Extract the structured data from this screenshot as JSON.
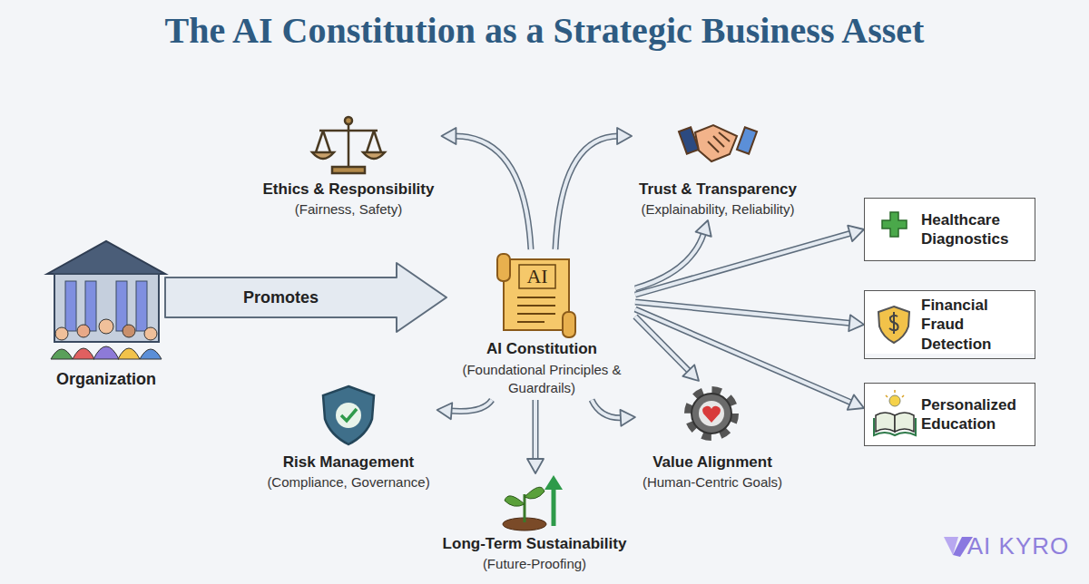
{
  "diagram": {
    "title": "The AI Constitution as a Strategic Business Asset",
    "nodes": [
      {
        "text": [
          "Organization"
        ]
      },
      {
        "text": [
          "AI Constitution",
          "(Foundational Principles & Guardrails)"
        ]
      },
      {
        "text": [
          "Ethics & Responsibility",
          "(Fairness, Safety)"
        ]
      },
      {
        "text": [
          "Trust & Transparency",
          "(Explainability, Reliability)"
        ]
      },
      {
        "text": [
          "Healthcare Diagnostics"
        ]
      },
      {
        "text": [
          "Financial Fraud Detection"
        ]
      },
      {
        "text": [
          "Personalized Education"
        ]
      },
      {
        "text": [
          "Risk Management",
          "(Compliance, Governance)"
        ]
      },
      {
        "text": [
          "Long-Term Sustainability",
          "(Future-Proofing)"
        ]
      },
      {
        "text": [
          "Value Alignment",
          "(Human-Centric Goals)"
        ]
      }
    ],
    "edges": [
      {
        "from": 0,
        "to": 1,
        "label": "Promotes",
        "arrow": "to"
      },
      {
        "from": 1,
        "to": 2,
        "arrow": "to"
      },
      {
        "from": 1,
        "to": 3,
        "arrow": "to"
      },
      {
        "from": 1,
        "to": 3,
        "arrow": "to"
      },
      {
        "from": 1,
        "to": 4,
        "arrow": "to"
      },
      {
        "from": 1,
        "to": 5,
        "arrow": "to"
      },
      {
        "from": 1,
        "to": 6,
        "arrow": "to"
      },
      {
        "from": 1,
        "to": 9,
        "arrow": "to"
      },
      {
        "from": 1,
        "to": 9,
        "arrow": "to"
      },
      {
        "from": 1,
        "to": 7,
        "arrow": "to"
      },
      {
        "from": 1,
        "to": 8,
        "arrow": "to"
      }
    ],
    "labels": [
      "AI",
      "AI KYRO"
    ]
  }
}
